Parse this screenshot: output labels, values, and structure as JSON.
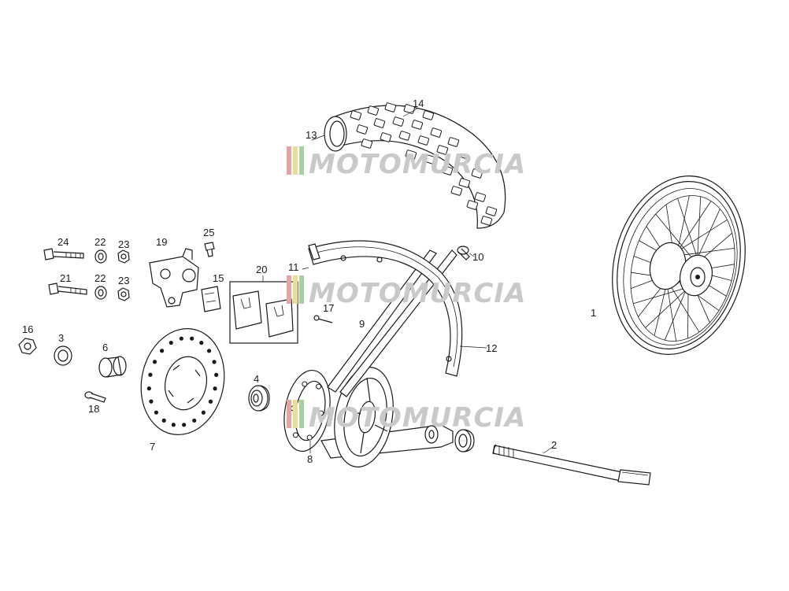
{
  "watermark": {
    "text": "MOTOMURCIA",
    "stripe_colors": [
      "#e4a4a4",
      "#ecdc9a",
      "#a9cf9f"
    ]
  },
  "callouts": {
    "p1": "1",
    "p2": "2",
    "p3": "3",
    "p4": "4",
    "p6": "6",
    "p7": "7",
    "p8": "8",
    "p9": "9",
    "p10": "10",
    "p11": "11",
    "p12": "12",
    "p13": "13",
    "p14": "14",
    "p15": "15",
    "p16": "16",
    "p17": "17",
    "p18": "18",
    "p19": "19",
    "p20": "20",
    "p21": "21",
    "p22a": "22",
    "p22b": "22",
    "p23a": "23",
    "p23b": "23",
    "p24": "24",
    "p25": "25"
  }
}
